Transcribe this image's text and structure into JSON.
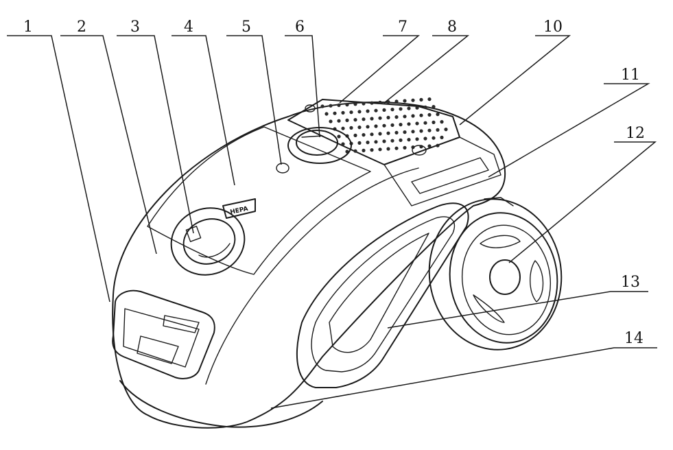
{
  "callouts": [
    {
      "id": "1",
      "label": "1"
    },
    {
      "id": "2",
      "label": "2"
    },
    {
      "id": "3",
      "label": "3"
    },
    {
      "id": "4",
      "label": "4"
    },
    {
      "id": "5",
      "label": "5"
    },
    {
      "id": "6",
      "label": "6"
    },
    {
      "id": "7",
      "label": "7"
    },
    {
      "id": "8",
      "label": "8"
    },
    {
      "id": "10",
      "label": "10"
    },
    {
      "id": "11",
      "label": "11"
    },
    {
      "id": "12",
      "label": "12"
    },
    {
      "id": "13",
      "label": "13"
    },
    {
      "id": "14",
      "label": "14"
    }
  ],
  "hepa_badge_text": "HEPA"
}
